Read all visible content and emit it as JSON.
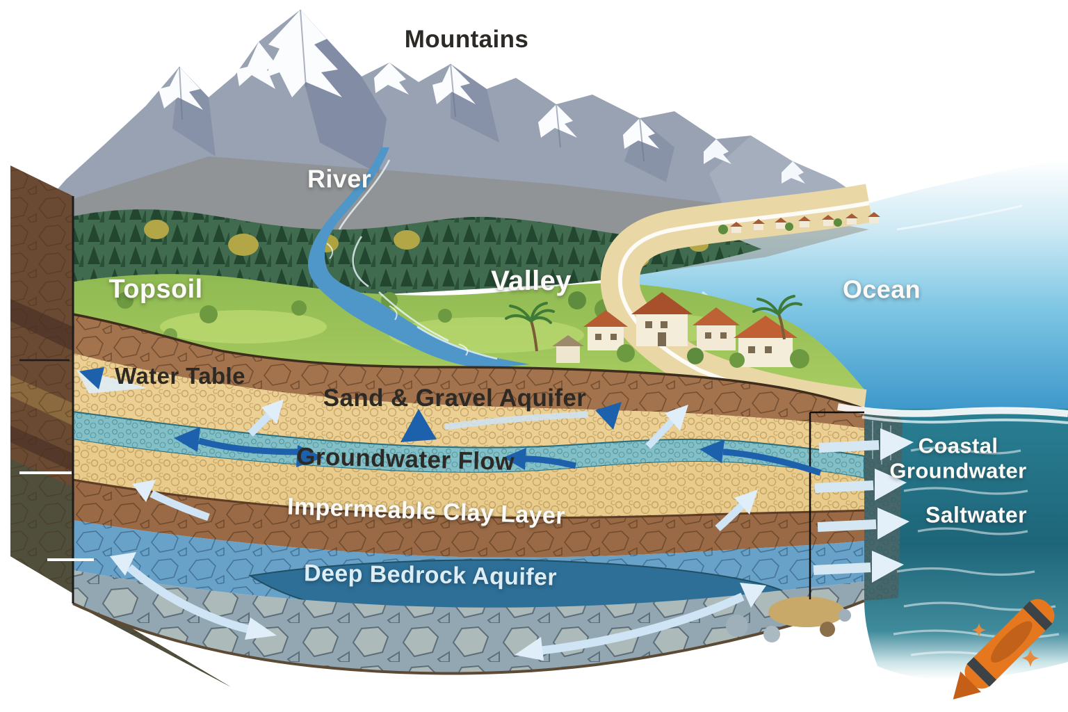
{
  "title": "Groundwater and coastal aquifer cross-section diagram",
  "labels": {
    "mountains": "Mountains",
    "river": "River",
    "topsoil": "Topsoil",
    "valley": "Valley",
    "ocean": "Ocean",
    "water_table": "Water Table",
    "sand_gravel_aquifer": "Sand & Gravel Aquifer",
    "groundwater_flow": "Groundwater Flow",
    "impermeable_clay_layer": "Impermeable Clay Layer",
    "deep_bedrock_aquifer": "Deep Bedrock Aquifer",
    "coastal_groundwater": "Coastal Groundwater",
    "saltwater": "Saltwater"
  },
  "colors": {
    "label_dark": "#2d2a26",
    "label_light": "#fbfaf7",
    "arrow_dark": "#1d61ad",
    "arrow_light": "#dfeef8",
    "ocean_surface": "#4d9fce",
    "ocean_deep": "#1f6a80",
    "sand": "#eccf92",
    "clay": "#996a45",
    "aquifer_blue": "#69a2c9",
    "deep_lens_blue": "#2e6f97",
    "crayon_orange": "#e5771e"
  },
  "watermark": {
    "icon": "crayon-logo"
  }
}
